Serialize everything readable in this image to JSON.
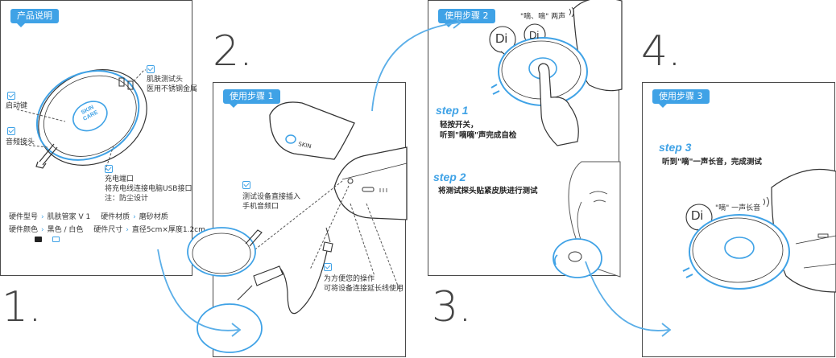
{
  "numbers": {
    "n1": "1.",
    "n2": "2.",
    "n3": "3.",
    "n4": "4."
  },
  "panel1": {
    "tag": "产品说明",
    "probe": [
      "肌肤测试头",
      "医用不锈钢金属"
    ],
    "power": "启动键",
    "audio": "音频接头",
    "charge": [
      "充电端口",
      "将充电线连接电脑USB接口",
      "注：防尘设计"
    ],
    "device_text": [
      "SKIN",
      "CARE"
    ],
    "specs": {
      "model_label": "硬件型号",
      "model": "肌肤管家 V 1",
      "material_label": "硬件材质",
      "material": "磨砂材质",
      "color_label": "硬件颜色",
      "color": "黑色 / 白色",
      "size_label": "硬件尺寸",
      "size": "直径5cm×厚度1.2cm"
    }
  },
  "panel2": {
    "tag": "使用步骤 1",
    "insert": [
      "测试设备直接插入",
      "手机音频口"
    ],
    "ext": [
      "为方便您的操作",
      "可将设备连接延长线使用"
    ]
  },
  "panel3": {
    "tag": "使用步骤 2",
    "sound": "\"嘀、嘀\" 两声",
    "di1": "Di",
    "di2": "Di",
    "step1": "step 1",
    "step1_desc": [
      "轻按开关，",
      "听到\"嘀嘀\"声完成自检"
    ],
    "step2": "step 2",
    "step2_desc": "将测试探头贴紧皮肤进行测试"
  },
  "panel4": {
    "tag": "使用步骤 3",
    "step3": "step 3",
    "step3_desc": "听到\"嘀\"一声长音，完成测试",
    "di": "Di",
    "sound": "\"嘀\" 一声长音"
  },
  "colors": {
    "accent": "#3fa2e6",
    "line": "#4a4a4a"
  }
}
